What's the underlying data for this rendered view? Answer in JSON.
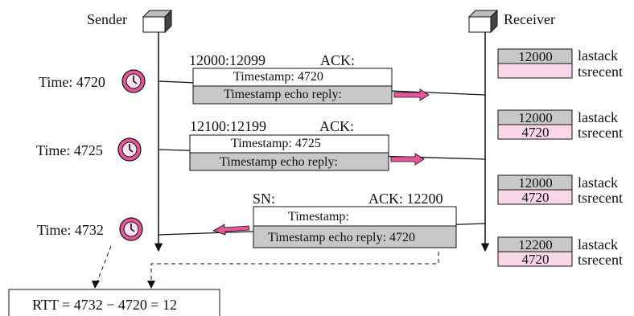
{
  "colors": {
    "pink": "#e8559a",
    "pink_light": "#f9d7e8",
    "gray_fill": "#c8c8c8",
    "line": "#111111"
  },
  "icons": [
    "sender-host-icon",
    "receiver-host-icon",
    "clock-icon"
  ],
  "labels": {
    "sender": "Sender",
    "receiver": "Receiver",
    "rtt": "RTT = 4732 − 4720 = 12"
  },
  "events": [
    {
      "time_label": "Time: 4720"
    },
    {
      "time_label": "Time: 4725"
    },
    {
      "time_label": "Time: 4732"
    }
  ],
  "segments": [
    {
      "seq": "12000:12099",
      "ack": "ACK:",
      "timestamp": "Timestamp: 4720",
      "echo": "Timestamp echo reply:"
    },
    {
      "seq": "12100:12199",
      "ack": "ACK:",
      "timestamp": "Timestamp: 4725",
      "echo": "Timestamp echo reply:"
    },
    {
      "seq": "SN:",
      "ack": "ACK: 12200",
      "timestamp": "Timestamp:",
      "echo": "Timestamp echo reply: 4720"
    }
  ],
  "registers": [
    {
      "lastack": "12000",
      "tsrecent": ""
    },
    {
      "lastack": "12000",
      "tsrecent": "4720"
    },
    {
      "lastack": "12000",
      "tsrecent": "4720"
    },
    {
      "lastack": "12200",
      "tsrecent": "4720"
    }
  ],
  "register_labels": {
    "lastack": "lastack",
    "tsrecent": "tsrecent"
  }
}
